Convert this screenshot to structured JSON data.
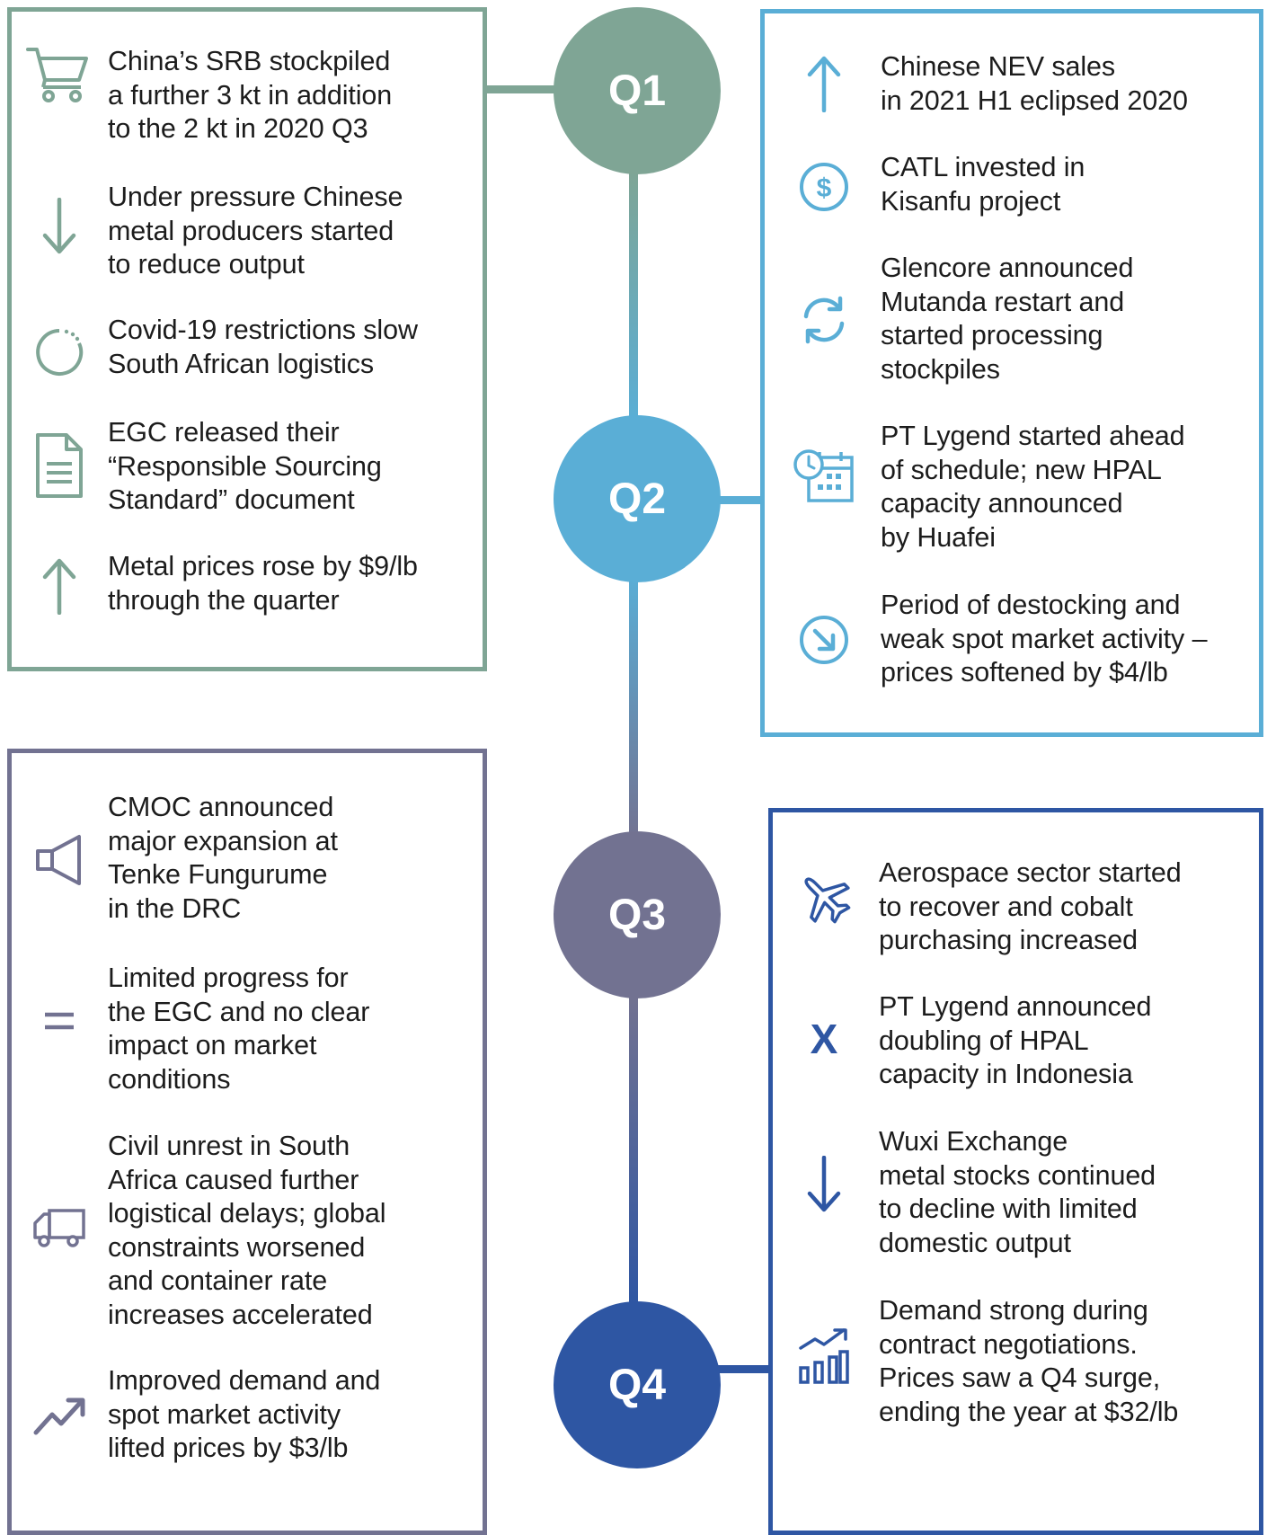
{
  "colors": {
    "q1": "#7fa595",
    "q2": "#5aaed6",
    "q3": "#727291",
    "q4": "#2e56a3"
  },
  "quarters": {
    "q1": "Q1",
    "q2": "Q2",
    "q3": "Q3",
    "q4": "Q4"
  },
  "q1_items": [
    {
      "icon": "cart-icon",
      "lines": [
        "China’s SRB stockpiled",
        "a further 3 kt in addition",
        "to the 2 kt in 2020 Q3"
      ]
    },
    {
      "icon": "arrow-down-icon",
      "lines": [
        "Under pressure Chinese",
        "metal producers started",
        "to reduce output"
      ]
    },
    {
      "icon": "loading-circle-icon",
      "lines": [
        "Covid-19 restrictions slow",
        "South African logistics"
      ]
    },
    {
      "icon": "document-icon",
      "lines": [
        "EGC released their",
        "“Responsible Sourcing",
        "Standard” document"
      ]
    },
    {
      "icon": "arrow-up-icon",
      "lines": [
        "Metal prices rose by $9/lb",
        "through the quarter"
      ]
    }
  ],
  "q2_items": [
    {
      "icon": "arrow-up-icon",
      "lines": [
        "Chinese NEV sales",
        "in 2021 H1 eclipsed 2020"
      ]
    },
    {
      "icon": "dollar-icon",
      "lines": [
        "CATL invested in",
        "Kisanfu project"
      ]
    },
    {
      "icon": "refresh-icon",
      "lines": [
        "Glencore announced",
        "Mutanda restart and",
        "started processing",
        "stockpiles"
      ]
    },
    {
      "icon": "calendar-clock-icon",
      "lines": [
        "PT Lygend started ahead",
        "of schedule; new HPAL",
        "capacity announced",
        "by Huafei"
      ]
    },
    {
      "icon": "arrow-down-right-circle-icon",
      "lines": [
        "Period of destocking and",
        "weak spot market activity –",
        "prices softened by $4/lb"
      ]
    }
  ],
  "q3_items": [
    {
      "icon": "megaphone-icon",
      "lines": [
        "CMOC announced",
        "major expansion at",
        "Tenke Fungurume",
        "in the DRC"
      ]
    },
    {
      "icon": "equals-icon",
      "lines": [
        "Limited progress for",
        "the EGC and no clear",
        "impact on market",
        "conditions"
      ]
    },
    {
      "icon": "truck-icon",
      "lines": [
        "Civil unrest in South",
        "Africa caused further",
        "logistical delays; global",
        "constraints worsened",
        "and container rate",
        "increases accelerated"
      ]
    },
    {
      "icon": "trend-up-icon",
      "lines": [
        "Improved demand and",
        "spot market activity",
        "lifted prices by $3/lb"
      ]
    }
  ],
  "q4_items": [
    {
      "icon": "airplane-icon",
      "lines": [
        "Aerospace sector started",
        "to recover and cobalt",
        "purchasing increased"
      ]
    },
    {
      "icon": "x-icon",
      "lines": [
        "PT Lygend announced",
        "doubling of HPAL",
        "capacity in Indonesia"
      ]
    },
    {
      "icon": "arrow-down-icon",
      "lines": [
        "Wuxi Exchange",
        "metal stocks continued",
        "to decline with limited",
        "domestic output"
      ]
    },
    {
      "icon": "bar-chart-growth-icon",
      "lines": [
        "Demand strong during",
        "contract negotiations.",
        "Prices saw a Q4 surge,",
        "ending the year at $32/lb"
      ]
    }
  ]
}
